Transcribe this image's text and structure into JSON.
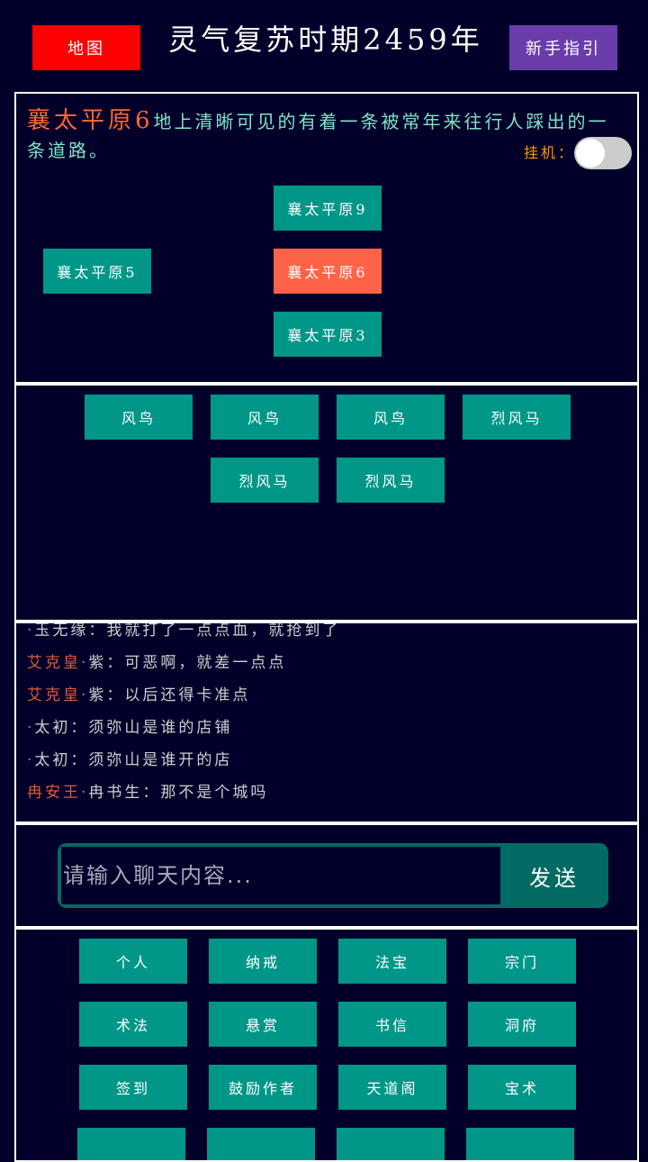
{
  "header": {
    "map_label": "地图",
    "title": "灵气复苏时期2459年",
    "guide_label": "新手指引"
  },
  "location": {
    "name": "襄太平原6",
    "description": "地上清晰可见的有着一条被常年来往行人踩出的一条道路。",
    "idle_label": "挂机：",
    "idle_on": false,
    "exits": {
      "north": "襄太平原9",
      "west": "襄太平原5",
      "current": "襄太平原6",
      "south": "襄太平原3"
    }
  },
  "creatures": [
    "风鸟",
    "风鸟",
    "风鸟",
    "烈风马",
    "烈风马",
    "烈风马"
  ],
  "chat": [
    {
      "nick": "",
      "text": "玉无缘：我就打了一点点血，就抢到了"
    },
    {
      "nick": "艾克皇",
      "text": "紫：可恶啊，就差一点点"
    },
    {
      "nick": "艾克皇",
      "text": "紫：以后还得卡准点"
    },
    {
      "nick": "",
      "text": "太初：须弥山是谁的店铺"
    },
    {
      "nick": "",
      "text": "太初：须弥山是谁开的店"
    },
    {
      "nick": "冉安王",
      "text": "冉书生：那不是个城吗"
    },
    {
      "nick": "",
      "text": ""
    }
  ],
  "chat_input": {
    "placeholder": "请输入聊天内容...",
    "send_label": "发送"
  },
  "menu": [
    [
      "个人",
      "纳戒",
      "法宝",
      "宗门"
    ],
    [
      "术法",
      "悬赏",
      "书信",
      "洞府"
    ],
    [
      "签到",
      "鼓励作者",
      "天道阁",
      "宝术"
    ],
    [
      "",
      "",
      "",
      ""
    ]
  ],
  "colors": {
    "background": "#02002a",
    "button": "#009688",
    "current_location": "#ff6347",
    "map_button": "#ff0000",
    "guide_button": "#6a3dab",
    "location_name": "#ff6633",
    "description_text": "#7fe3c6",
    "idle_label": "#ff9a00",
    "chat_nick": "#e05a3a"
  }
}
